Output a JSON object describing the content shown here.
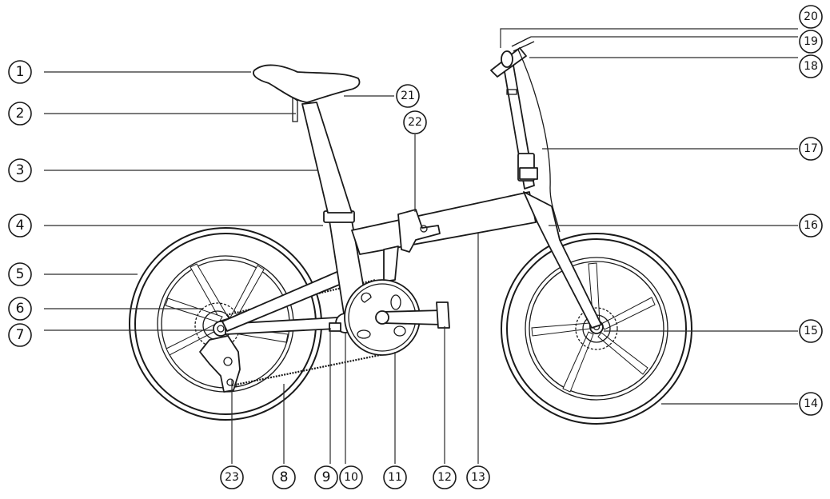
{
  "callouts": [
    {
      "id": "1",
      "label": "1"
    },
    {
      "id": "2",
      "label": "2"
    },
    {
      "id": "3",
      "label": "3"
    },
    {
      "id": "4",
      "label": "4"
    },
    {
      "id": "5",
      "label": "5"
    },
    {
      "id": "6",
      "label": "6"
    },
    {
      "id": "7",
      "label": "7"
    },
    {
      "id": "8",
      "label": "8"
    },
    {
      "id": "9",
      "label": "9"
    },
    {
      "id": "10",
      "label": "10"
    },
    {
      "id": "11",
      "label": "11"
    },
    {
      "id": "12",
      "label": "12"
    },
    {
      "id": "13",
      "label": "13"
    },
    {
      "id": "14",
      "label": "14"
    },
    {
      "id": "15",
      "label": "15"
    },
    {
      "id": "16",
      "label": "16"
    },
    {
      "id": "17",
      "label": "17"
    },
    {
      "id": "18",
      "label": "18"
    },
    {
      "id": "19",
      "label": "19"
    },
    {
      "id": "20",
      "label": "20"
    },
    {
      "id": "21",
      "label": "21"
    },
    {
      "id": "22",
      "label": "22"
    },
    {
      "id": "23",
      "label": "23"
    }
  ],
  "colors": {
    "line": "#1a1a1a",
    "background": "#ffffff"
  }
}
